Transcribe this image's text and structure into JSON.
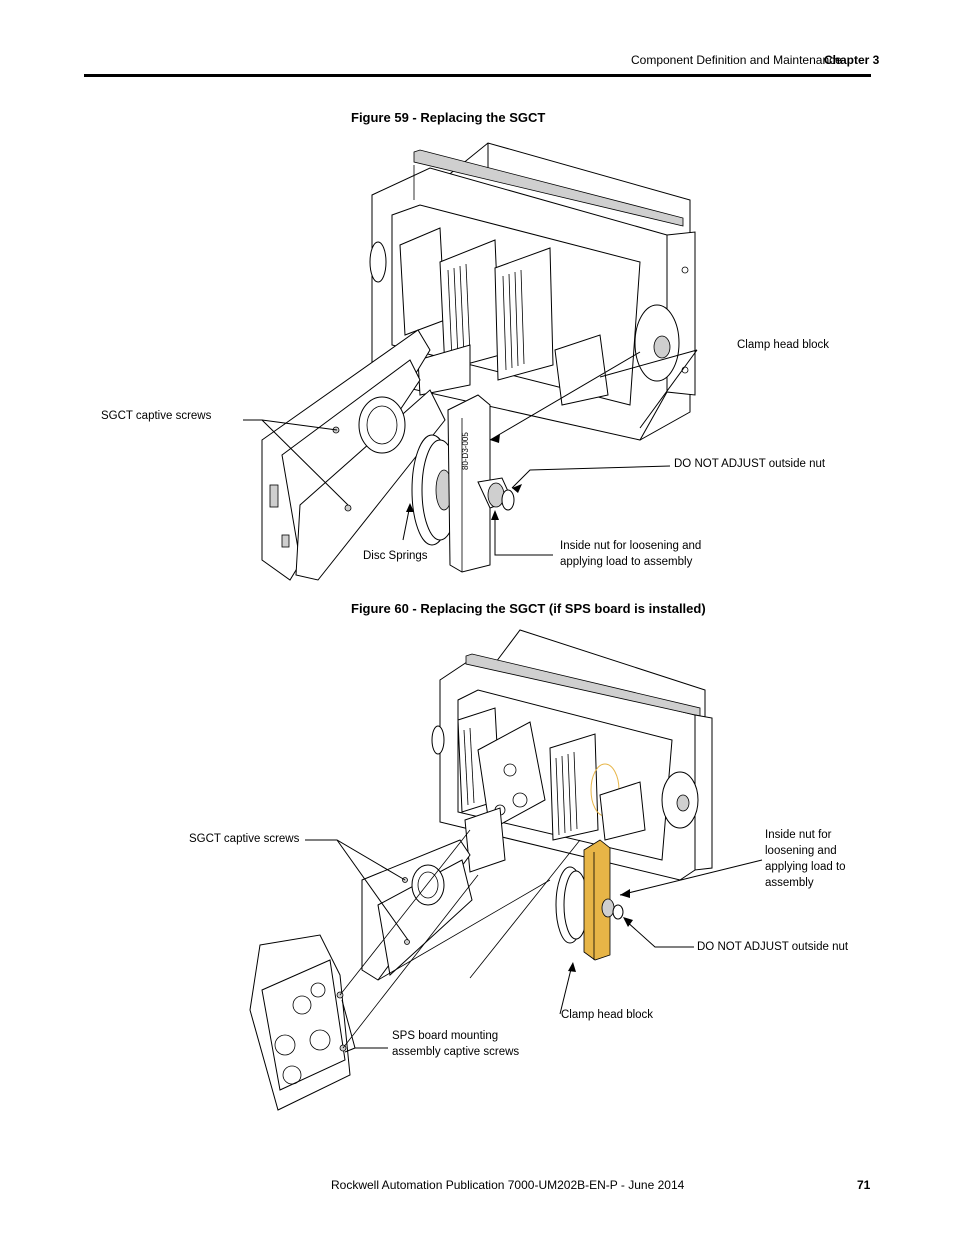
{
  "header": {
    "section": "Component Definition and Maintenance",
    "chapter": "Chapter 3"
  },
  "figure59": {
    "title": "Figure 59 - Replacing the SGCT",
    "labels": {
      "clamp_head_block": "Clamp head block",
      "sgct_captive_screws": "SGCT captive screws",
      "do_not_adjust": "DO NOT ADJUST outside nut",
      "disc_springs": "Disc Springs",
      "inside_nut_1": "Inside nut for loosening and",
      "inside_nut_2": "applying load to assembly"
    }
  },
  "figure60": {
    "title": "Figure 60 - Replacing the SGCT (if SPS board is installed)",
    "labels": {
      "sgct_captive_screws": "SGCT captive screws",
      "inside_nut_1": "Inside nut for",
      "inside_nut_2": "loosening and",
      "inside_nut_3": "applying load to",
      "inside_nut_4": "assembly",
      "do_not_adjust": "DO NOT ADJUST outside nut",
      "clamp_head_block": "Clamp head block",
      "sps_screws_1": "SPS board mounting",
      "sps_screws_2": "assembly captive screws"
    }
  },
  "footer": {
    "publication": "Rockwell Automation Publication 7000-UM202B-EN-P - June 2014",
    "page_number": "71"
  }
}
